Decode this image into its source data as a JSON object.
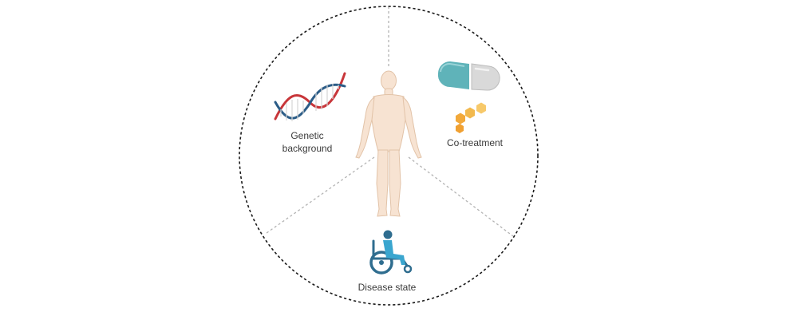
{
  "factors": {
    "genetic": {
      "line1": "Genetic",
      "line2": "background",
      "icon": "dna-icon"
    },
    "cotreatment": {
      "label": "Co-treatment",
      "icon": "capsule-icon"
    },
    "disease": {
      "label": "Disease state",
      "icon": "wheelchair-icon"
    },
    "center": {
      "icon": "human-body-icon"
    }
  },
  "colors": {
    "circle": "#1a1a1a",
    "divider": "#b3b3b3",
    "skin": "#f7e3d2",
    "skin_outline": "#e2c3a8",
    "dna_red": "#c8363a",
    "dna_blue": "#2b5c87",
    "capsule_teal": "#5fb3b9",
    "capsule_grey": "#d9d9d9",
    "molecule": "#f2a93b",
    "wheelchair": "#2f6d8f"
  }
}
